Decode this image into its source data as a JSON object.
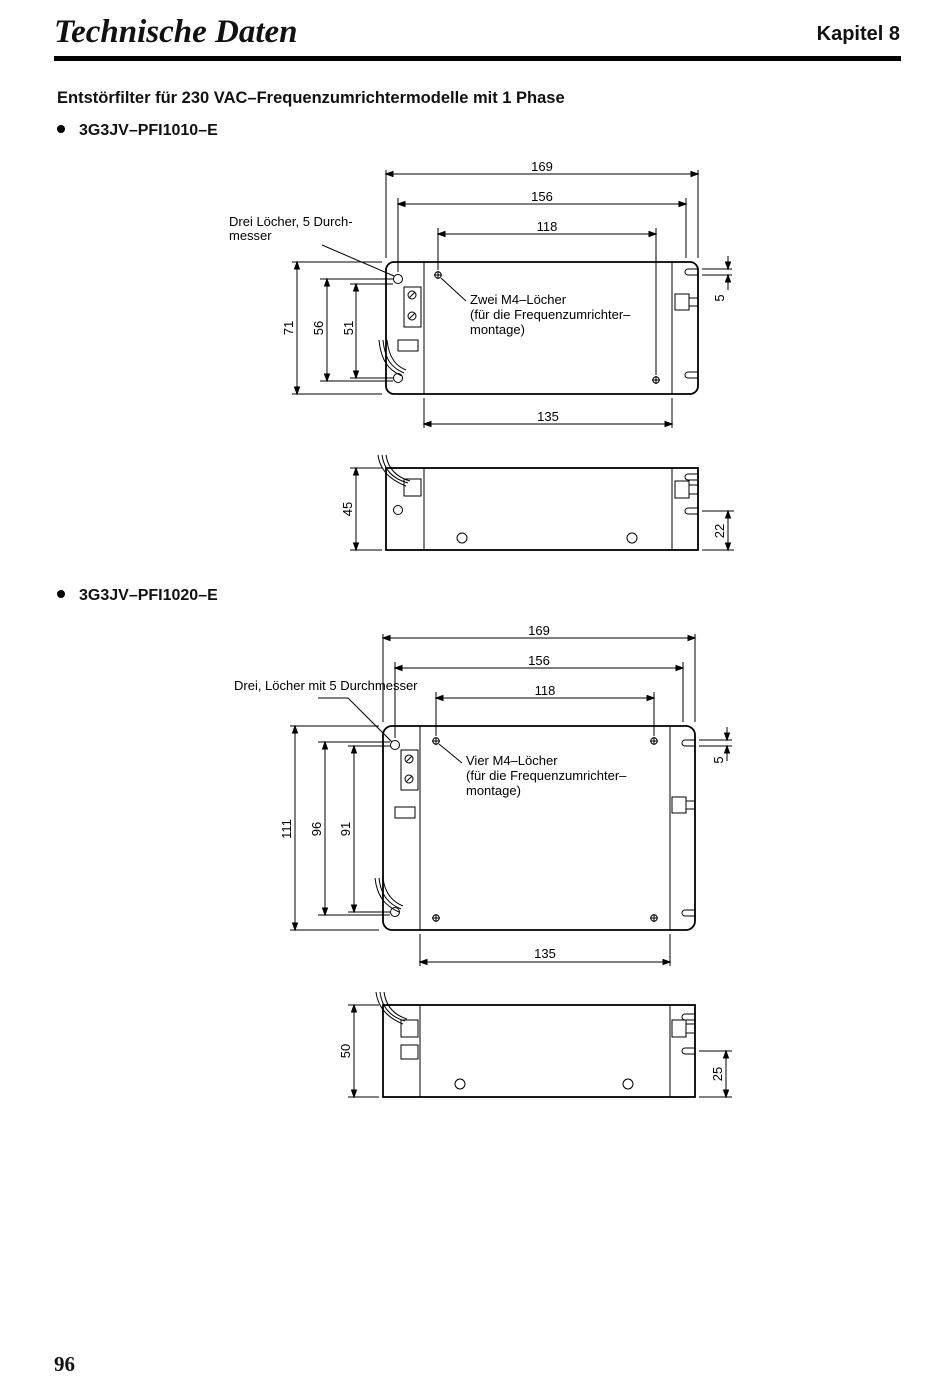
{
  "header": {
    "title": "Technische Daten",
    "chapter": "Kapitel 8"
  },
  "section": {
    "heading": "Entstörfilter für 230 VAC–Frequenzumrichtermodelle mit 1 Phase"
  },
  "models": [
    {
      "name": "3G3JV–PFI1010–E",
      "top_view": {
        "dim_width_total": "169",
        "dim_width_mid": "156",
        "dim_hole_spacing": "118",
        "dim_bottom": "135",
        "dim_height_total": "71",
        "dim_height_mid": "56",
        "dim_height_holes": "51",
        "dim_slot_offset": "5",
        "note_holes_line1": "Drei Löcher, 5 Durch-",
        "note_holes_line2": "messer",
        "note_m4_line1": "Zwei M4–Löcher",
        "note_m4_line2": "(für die Frequenzumrichter–",
        "note_m4_line3": "montage)"
      },
      "side_view": {
        "dim_height": "45",
        "dim_right": "22"
      }
    },
    {
      "name": "3G3JV–PFI1020–E",
      "top_view": {
        "dim_width_total": "169",
        "dim_width_mid": "156",
        "dim_hole_spacing": "118",
        "dim_bottom": "135",
        "dim_height_total": "111",
        "dim_height_mid": "96",
        "dim_height_holes": "91",
        "dim_slot_offset": "5",
        "note_holes": "Drei, Löcher mit 5 Durchmesser",
        "note_m4_line1": "Vier M4–Löcher",
        "note_m4_line2": "(für die Frequenzumrichter–",
        "note_m4_line3": "montage)"
      },
      "side_view": {
        "dim_height": "50",
        "dim_right": "25"
      }
    }
  ],
  "footer": {
    "page_number": "96"
  }
}
